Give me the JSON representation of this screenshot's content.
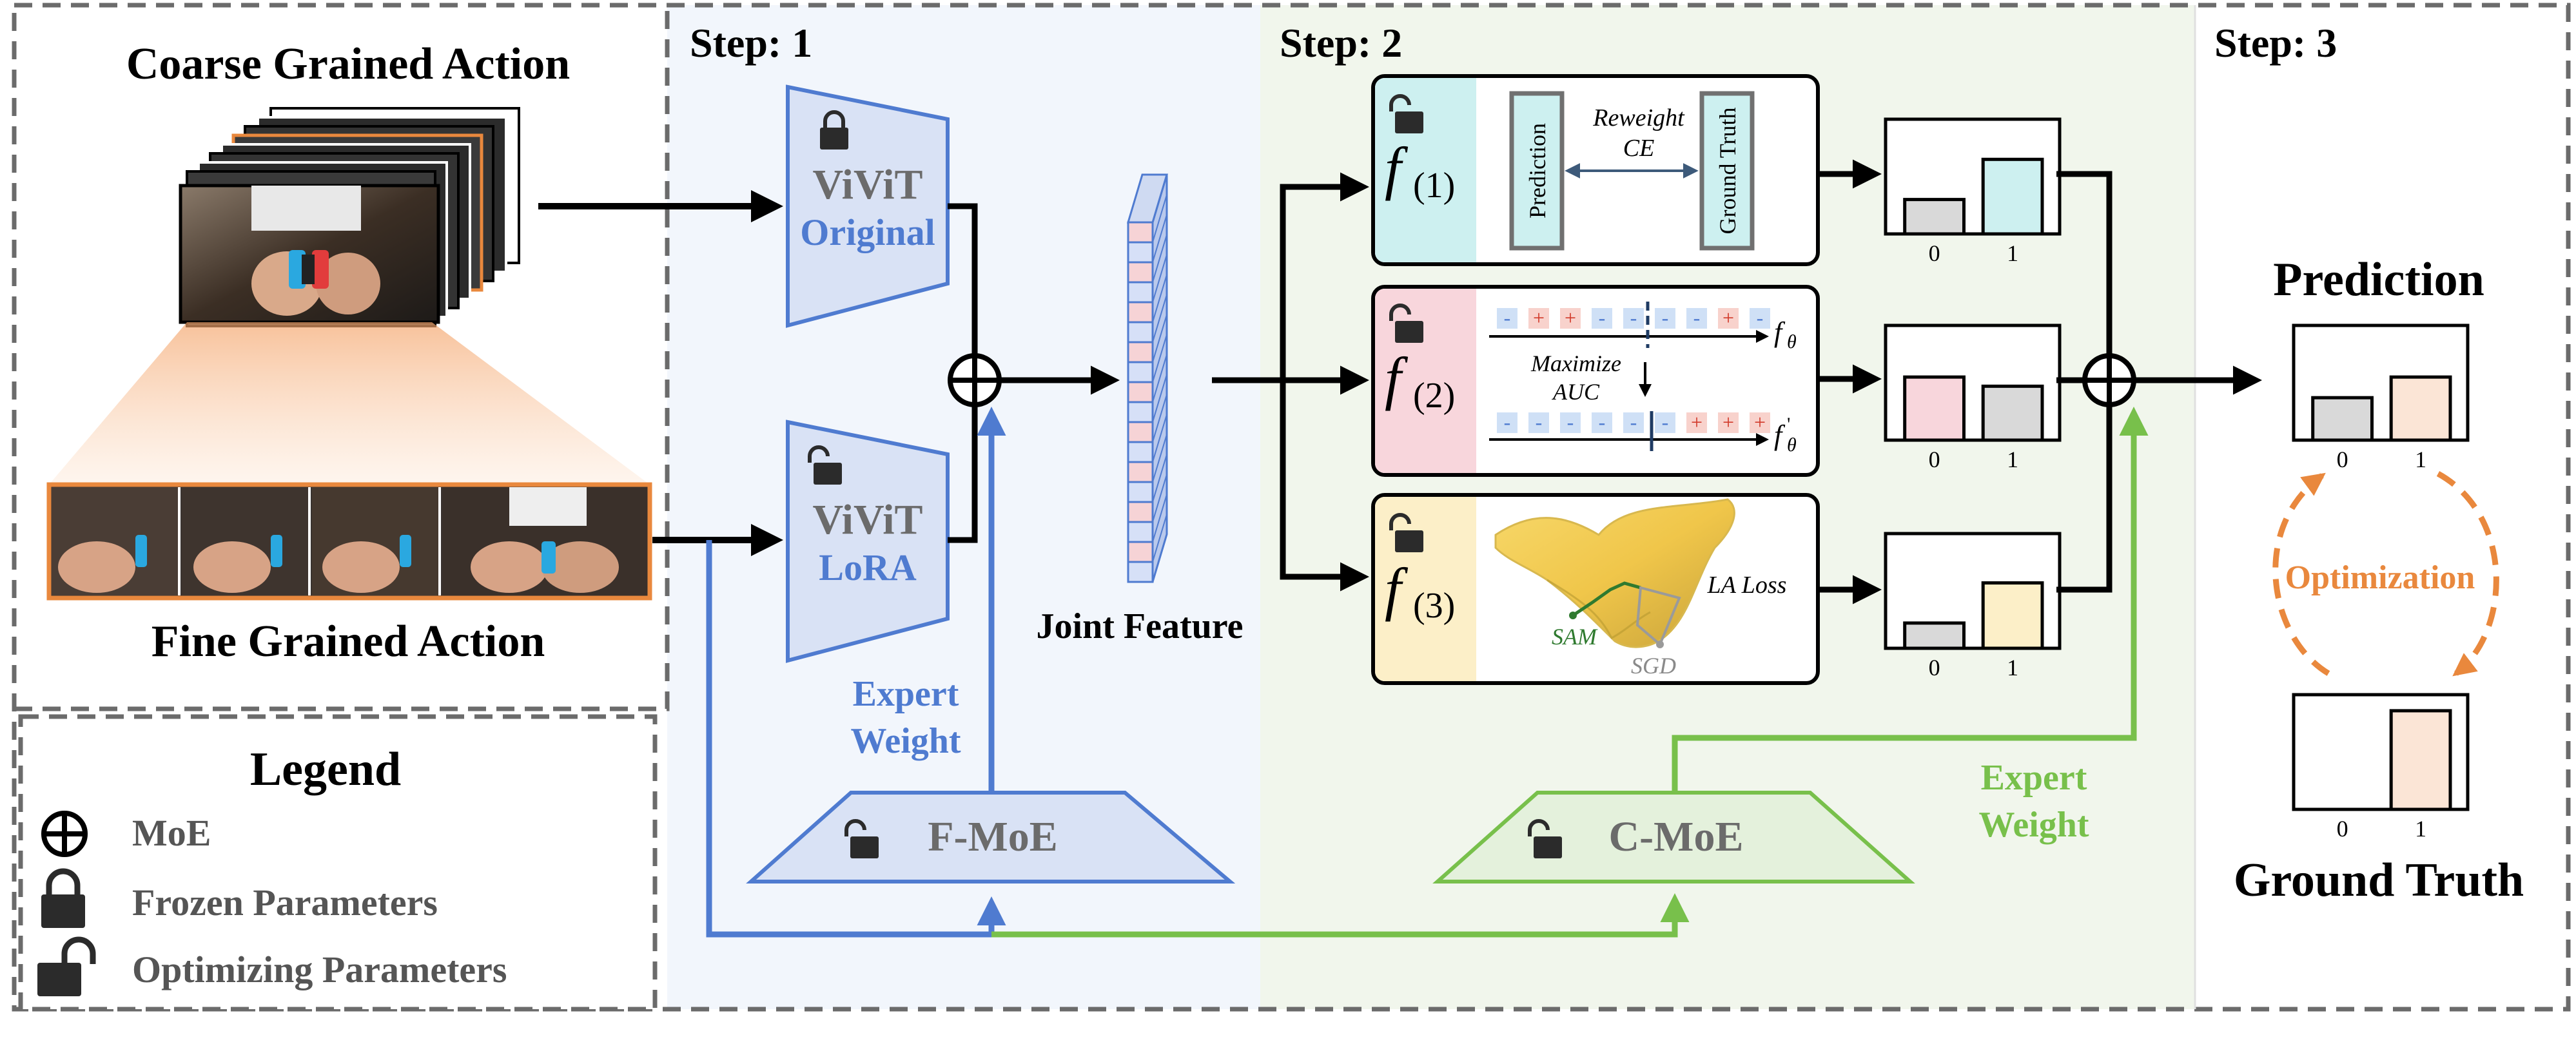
{
  "colors": {
    "step1_bg": "#f2f6fc",
    "step2_bg": "#f1f6ec",
    "blue": "#4f7bd0",
    "blue_fill": "#d9e2f5",
    "green": "#78c04b",
    "green_fill": "#e4f1dc",
    "orange": "#e9883d",
    "cyan": "#cdf0f0",
    "pink": "#f8d6dc",
    "yellow": "#fcefc8",
    "gray_bar": "#d9d9d9",
    "peach_bar": "#fbe5d6",
    "dashed": "#6b6b6b"
  },
  "inputs": {
    "coarse_title": "Coarse Grained Action",
    "fine_title": "Fine Grained Action"
  },
  "steps": {
    "step1": "Step: 1",
    "step2": "Step: 2",
    "step3": "Step: 3"
  },
  "encoders": {
    "original": {
      "name": "ViViT",
      "variant": "Original",
      "lock": "lock-icon"
    },
    "lora": {
      "name": "ViViT",
      "variant": "LoRA",
      "lock": "unlock-icon"
    }
  },
  "joint_feature": "Joint Feature",
  "expert_weight_1": {
    "line1": "Expert",
    "line2": "Weight"
  },
  "expert_weight_2": {
    "line1": "Expert",
    "line2": "Weight"
  },
  "fmoe": "F-MoE",
  "cmoe": "C-MoE",
  "heads": [
    {
      "f": "f",
      "sub": "(1)",
      "pred": "Prediction",
      "gt": "Ground Truth",
      "loss1": "Reweight",
      "loss2": "CE"
    },
    {
      "f": "f",
      "sub": "(2)",
      "row1": [
        "-",
        "+",
        "+",
        "-",
        "-",
        "-",
        "-",
        "+",
        "-"
      ],
      "row2": [
        "-",
        "-",
        "-",
        "-",
        "-",
        "-",
        "+",
        "+",
        "+"
      ],
      "f_top": "f",
      "f_top_sub": "θ",
      "f_bot": "f",
      "f_bot_sub": "θ",
      "f_bot_prime": "'",
      "max1": "Maximize",
      "max2": "AUC"
    },
    {
      "f": "f",
      "sub": "(3)",
      "sam": "SAM",
      "sgd": "SGD",
      "la": "LA Loss"
    }
  ],
  "head_outputs": [
    {
      "categories": [
        "0",
        "1"
      ],
      "values": [
        0.3,
        0.65
      ]
    },
    {
      "categories": [
        "0",
        "1"
      ],
      "values": [
        0.55,
        0.47
      ]
    },
    {
      "categories": [
        "0",
        "1"
      ],
      "values": [
        0.22,
        0.57
      ]
    }
  ],
  "prediction": {
    "title": "Prediction",
    "categories": [
      "0",
      "1"
    ],
    "values": [
      0.37,
      0.55
    ]
  },
  "optimization": "Optimization",
  "ground_truth": {
    "title": "Ground Truth",
    "categories": [
      "0",
      "1"
    ],
    "values": [
      0,
      0.86
    ]
  },
  "legend": {
    "title": "Legend",
    "items": [
      {
        "icon": "moe-icon",
        "label": "MoE"
      },
      {
        "icon": "lock-icon",
        "label": "Frozen Parameters"
      },
      {
        "icon": "unlock-icon",
        "label": "Optimizing Parameters"
      }
    ]
  }
}
